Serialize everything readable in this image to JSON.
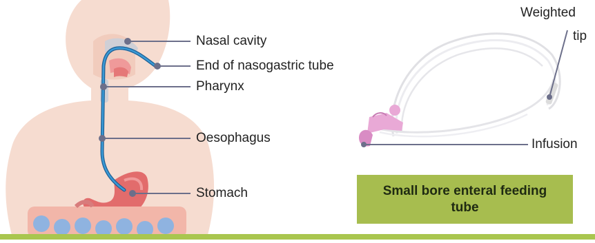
{
  "labels": {
    "nasal_cavity": "Nasal cavity",
    "tube_end": "End of nasogastric tube",
    "pharynx": "Pharynx",
    "oesophagus": "Oesophagus",
    "stomach": "Stomach",
    "weighted_tip_line1": "Weighted",
    "weighted_tip_line2": "tip",
    "infusion": "Infusion"
  },
  "caption": "Small bore enteral feeding tube",
  "colors": {
    "body": "#f6dcd0",
    "tube": "#3a9ad6",
    "leader_line": "#6c6f8a",
    "caption_bg": "#a7bd4f",
    "stomach": "#e26c6c",
    "intestine": "#8fb3e0",
    "connector": "#e9a9d6"
  }
}
